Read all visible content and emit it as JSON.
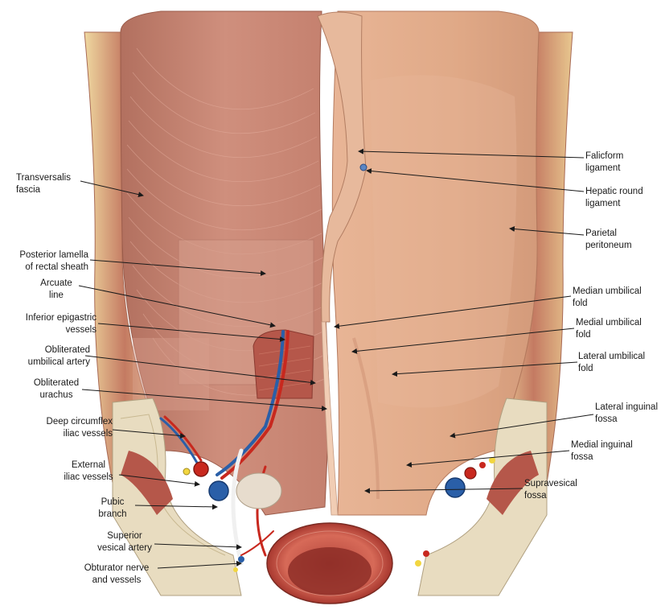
{
  "labels": {
    "transversalis": [
      "Transversalis",
      "fascia"
    ],
    "posterior_lamella": [
      "Posterior lamella",
      "of rectal sheath"
    ],
    "arcuate": [
      "Arcuate",
      "line"
    ],
    "inferior_epigastric": [
      "Inferior epigastric",
      "vessels"
    ],
    "obliterated_umbilical": [
      "Obliterated",
      "umbilical artery"
    ],
    "obliterated_urachus": [
      "Obliterated",
      "urachus"
    ],
    "deep_circumflex": [
      "Deep circumflex",
      "iliac vessels"
    ],
    "external_iliac": [
      "External",
      "iliac vessels"
    ],
    "pubic_branch": [
      "Pubic",
      "branch"
    ],
    "superior_vesical": [
      "Superior",
      "vesical artery"
    ],
    "obturator": [
      "Obturator nerve",
      "and vessels"
    ],
    "falciform": [
      "Falicform",
      "ligament"
    ],
    "hepatic_round": [
      "Hepatic round",
      "ligament"
    ],
    "parietal_peritoneum": [
      "Parietal",
      "peritoneum"
    ],
    "median_umbilical": [
      "Median umbilical",
      "fold"
    ],
    "medial_umbilical": [
      "Medial umbilical",
      "fold"
    ],
    "lateral_umbilical": [
      "Lateral umbilical",
      "fold"
    ],
    "lateral_inguinal": [
      "Lateral inguinal",
      "fossa"
    ],
    "medial_inguinal": [
      "Medial inguinal",
      "fossa"
    ],
    "supravesical": [
      "Supravesical",
      "fossa"
    ]
  },
  "colors": {
    "muscle": "#c98a78",
    "muscle_dark": "#a8604e",
    "peritoneum": "#e2ad8e",
    "fascia": "#cf9282",
    "fat": "#efd79a",
    "bone": "#e8dcc0",
    "artery": "#c8281e",
    "vein": "#2a5fa8",
    "nerve": "#f2d640",
    "leader": "#1a1a1a"
  }
}
